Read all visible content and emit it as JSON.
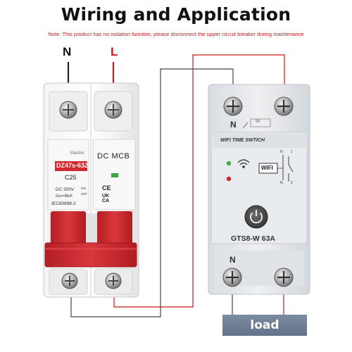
{
  "title": "Wiring and Application",
  "note": "Note: This product has no isolation function, please disconnect the upper circuit breaker during maintenance",
  "terminals": {
    "neutral": "N",
    "live": "L"
  },
  "breaker": {
    "brand": "Electric",
    "model": "DZ47s-63Z",
    "type_label": "DC MCB",
    "rating": "C25",
    "voltage": "DC 500V",
    "icu": "Icu=6kA",
    "on_label": "ON",
    "off_label": "OFF",
    "standard": "IEC60898-2",
    "cert_ce": "CE",
    "cert_ukca_top": "UK",
    "cert_ukca_bottom": "CA"
  },
  "timer": {
    "top_terminal": "N",
    "in_label": "IN",
    "header": "WIFI TIME SWTICH",
    "wifi_label": "WIFI",
    "model": "GTS8-W 63A",
    "bottom_terminal": "N",
    "schematic_top": "N",
    "schematic_top_num": "1",
    "schematic_bottom": "N",
    "schematic_bottom_num": "2"
  },
  "load_label": "load",
  "colors": {
    "wire_live": "#c41a1a",
    "wire_neutral": "#222222",
    "breaker_handle": "#cf2a2f",
    "timer_body": "#e6e9ec",
    "load_box": "#6e7c92"
  }
}
